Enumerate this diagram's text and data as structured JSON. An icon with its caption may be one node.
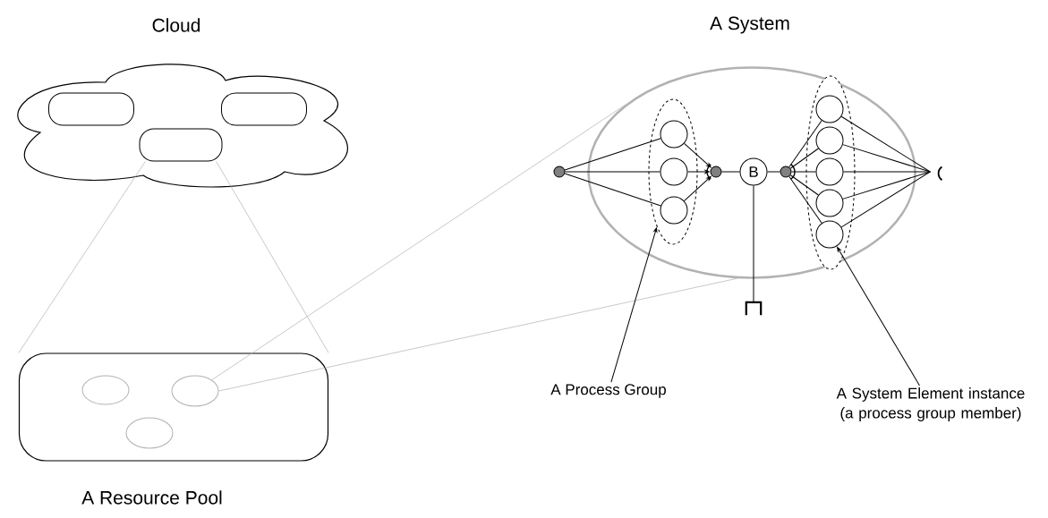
{
  "diagram": {
    "nodes": [
      {
        "text": [
          "Cloud"
        ]
      },
      {
        "text": [],
        "shape": "box",
        "in": 0
      },
      {
        "text": [],
        "shape": "box",
        "in": 0
      },
      {
        "text": [],
        "shape": "box",
        "in": 0
      },
      {
        "text": [
          "A Resource Pool"
        ]
      },
      {
        "text": [],
        "shape": "ellipse",
        "in": 4
      },
      {
        "text": [],
        "shape": "ellipse",
        "in": 4
      },
      {
        "text": [],
        "shape": "ellipse",
        "in": 4
      },
      {
        "text": [
          "A System"
        ]
      },
      {
        "text": [],
        "shape": "circle"
      },
      {
        "text": [],
        "shape": "ellipse",
        "in": 8
      },
      {
        "text": [],
        "shape": "circle",
        "in": 10
      },
      {
        "text": [],
        "shape": "circle",
        "in": 10
      },
      {
        "text": [],
        "shape": "circle",
        "in": 10
      },
      {
        "text": [],
        "shape": "circle",
        "in": 8
      },
      {
        "text": [
          "B"
        ],
        "in": 8
      },
      {
        "text": [],
        "shape": "circle",
        "in": 8
      },
      {
        "text": [],
        "shape": "ellipse",
        "in": 8
      },
      {
        "text": [],
        "shape": "circle",
        "in": 17
      },
      {
        "text": [],
        "shape": "circle",
        "in": 17
      },
      {
        "text": [],
        "shape": "circle",
        "in": 17
      },
      {
        "text": [],
        "shape": "circle",
        "in": 17
      },
      {
        "text": [],
        "shape": "circle",
        "in": 17
      },
      {
        "text": [],
        "shape": "arc"
      },
      {
        "text": [],
        "shape": "port"
      },
      {
        "text": [
          "A Process Group"
        ]
      },
      {
        "text": [
          "A System Element instance (a process group member)"
        ]
      }
    ],
    "edges": [
      {
        "from": 3,
        "to": 4,
        "arrow": "none",
        "color": "#b0b0b0"
      },
      {
        "from": 3,
        "to": 4,
        "arrow": "none",
        "color": "#b0b0b0"
      },
      {
        "from": 6,
        "to": 8,
        "arrow": "none",
        "color": "#b0b0b0"
      },
      {
        "from": 6,
        "to": 8,
        "arrow": "none",
        "color": "#b0b0b0"
      },
      {
        "from": 9,
        "to": 11,
        "arrow": "none"
      },
      {
        "from": 9,
        "to": 12,
        "arrow": "none"
      },
      {
        "from": 9,
        "to": 13,
        "arrow": "none"
      },
      {
        "from": 11,
        "to": 14,
        "arrow": "to"
      },
      {
        "from": 12,
        "to": 14,
        "arrow": "to"
      },
      {
        "from": 13,
        "to": 14,
        "arrow": "to"
      },
      {
        "from": 14,
        "to": 15,
        "arrow": "none"
      },
      {
        "from": 15,
        "to": 16,
        "arrow": "none"
      },
      {
        "from": 16,
        "to": 18,
        "arrow": "none"
      },
      {
        "from": 16,
        "to": 19,
        "arrow": "none"
      },
      {
        "from": 16,
        "to": 20,
        "arrow": "none"
      },
      {
        "from": 16,
        "to": 21,
        "arrow": "none"
      },
      {
        "from": 16,
        "to": 22,
        "arrow": "none"
      },
      {
        "from": 18,
        "to": 23,
        "arrow": "none"
      },
      {
        "from": 19,
        "to": 23,
        "arrow": "none"
      },
      {
        "from": 20,
        "to": 23,
        "arrow": "none"
      },
      {
        "from": 21,
        "to": 23,
        "arrow": "none"
      },
      {
        "from": 22,
        "to": 23,
        "arrow": "none"
      },
      {
        "from": 15,
        "to": 24,
        "arrow": "none"
      },
      {
        "from": 25,
        "to": 10,
        "arrow": "to"
      },
      {
        "from": 26,
        "to": 22,
        "arrow": "to"
      }
    ]
  }
}
